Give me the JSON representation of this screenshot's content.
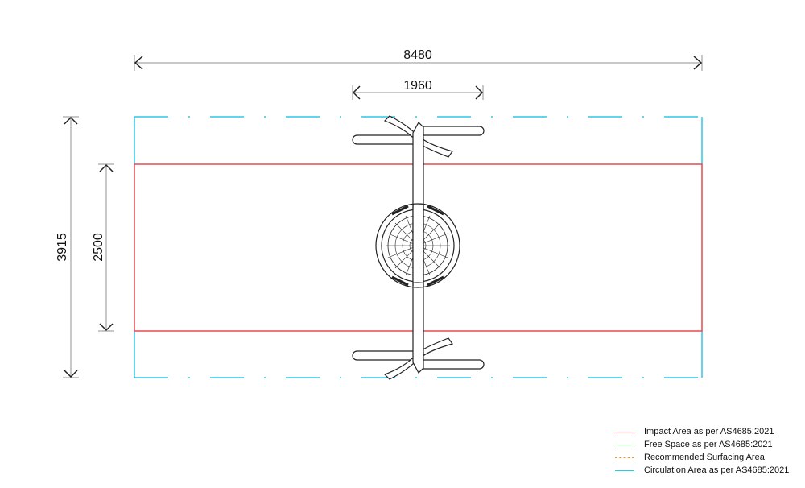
{
  "drawing": {
    "dimensions": {
      "overall_length": "8480",
      "equipment_width": "1960",
      "overall_width": "3915",
      "impact_width": "2500"
    },
    "colors": {
      "impact": "#e8494e",
      "free_space": "#2e9a3c",
      "surfacing": "#f2952a",
      "circulation": "#2ac8ea",
      "dimension": "#b5b5b5",
      "equipment": "#222222"
    }
  },
  "legend": {
    "items": [
      {
        "label": "Impact Area as per AS4685:2021",
        "color": "#e8494e",
        "style": "solid"
      },
      {
        "label": "Free Space as per AS4685:2021",
        "color": "#2e9a3c",
        "style": "solid"
      },
      {
        "label": "Recommended Surfacing Area",
        "color": "#f2952a",
        "style": "dashed"
      },
      {
        "label": "Circulation Area as per AS4685:2021",
        "color": "#2ac8ea",
        "style": "solid"
      }
    ]
  }
}
